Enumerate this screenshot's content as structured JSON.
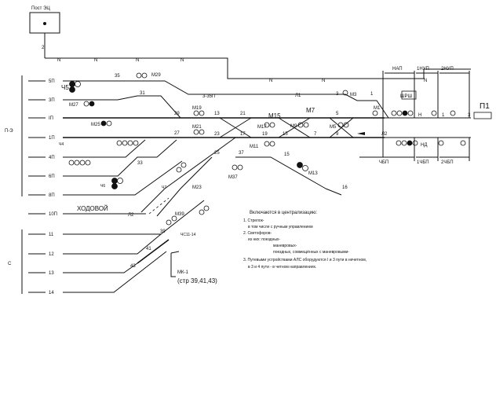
{
  "post": {
    "label": "Пост ЭЦ",
    "cable": "2"
  },
  "n_marker": "N",
  "groups": {
    "po": "П-Э",
    "c": "С"
  },
  "tracks_left": [
    "5П",
    "3П",
    "IП",
    "1П",
    "4П",
    "6П",
    "8П"
  ],
  "tracks_c": [
    "11",
    "12",
    "13",
    "14"
  ],
  "track_10": "10П",
  "hodovoy": "ХОДОВОЙ",
  "l2_left": "Л2",
  "switch_labels": [
    "35",
    "31",
    "29",
    "27",
    "33",
    "25",
    "23",
    "21",
    "13",
    "19",
    "17",
    "15",
    "5",
    "7",
    "9",
    "3",
    "1",
    "37",
    "39",
    "41",
    "43"
  ],
  "signal_labels": [
    "M29",
    "M27",
    "M25",
    "M19",
    "M21",
    "M23",
    "M37",
    "M17",
    "M11",
    "M13",
    "M9",
    "M5",
    "M3",
    "M1",
    "M7",
    "M15",
    "M39",
    "Ч5",
    "Ч4",
    "Ч6",
    "Ч7",
    "ЧС11-14"
  ],
  "right_labels": {
    "nap": "НАП",
    "one_nup": "1НУП",
    "two_nup": "2НУП",
    "chbp": "ЧБП",
    "one_chbp": "1ЧБП",
    "two_chbp": "2ЧБП",
    "p1": "П1",
    "n": "Н",
    "nd": "НД",
    "shrsh": "ШРШ",
    "l1": "Л1",
    "l2r": "Л2",
    "num1": "1",
    "num3": "3",
    "three35": "3-35П"
  },
  "mk": {
    "label": "МК-1",
    "pages": "(стр 39,41,43)"
  },
  "notes": {
    "title": "Включаются в централизацию:",
    "items": [
      "1. Стрелок-",
      "в том числе с ручным управлением",
      "2. Светофоров-",
      "из них:   поездных-",
      "маневровых-",
      "поездных, совмещённых с маневровыми-",
      "3. Путевыми устройствами АЛС оборудуются I и 3 пути в нечетном,",
      "в 3 и 4 пути - в четном направлениях."
    ]
  },
  "misc": {
    "n16": "16",
    "m15": "M15",
    "m7": "M7",
    "m11": "M11"
  }
}
